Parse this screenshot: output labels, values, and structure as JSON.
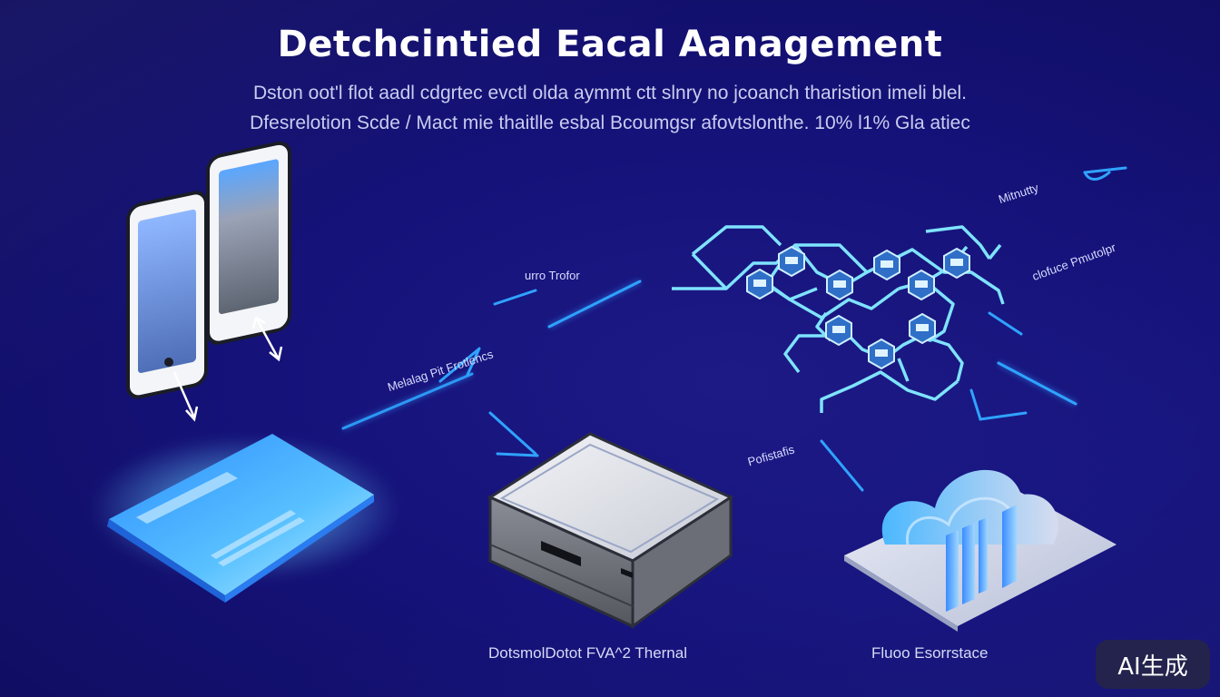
{
  "title": "Detchcintied Eacal Aanagement",
  "subtitle_line1": "Dston oot'l flot aadl cdgrtec evctl olda aymmt ctt slnry no jcoanch tharistion imeli blel.",
  "subtitle_line2": "Dfesrelotion Scde / Mact mie thaitlle esbal Bcoumgsr afovtslonthe. 10% l1% Gla atiec",
  "labels": {
    "top_center": "urro Trofor",
    "mid_left": "Melalag Pit Frotlencs",
    "network_top": "Mitnutty",
    "network_right": "clofuce Pmutolpr",
    "network_bottom": "Pofistafis"
  },
  "captions": {
    "server": "DotsmolDotot FVA^2 Thernal",
    "cloud": "Fluoo Esorrstace"
  },
  "badge": "AI生成",
  "colors": {
    "background": "#15127a",
    "connector": "#2fa3ff",
    "network_line": "#7fe3ff",
    "node": "#3b82d6"
  },
  "icons": [
    "smartphone-icon",
    "tablet-icon",
    "server-icon",
    "cloud-storage-icon",
    "network-node-icon"
  ]
}
